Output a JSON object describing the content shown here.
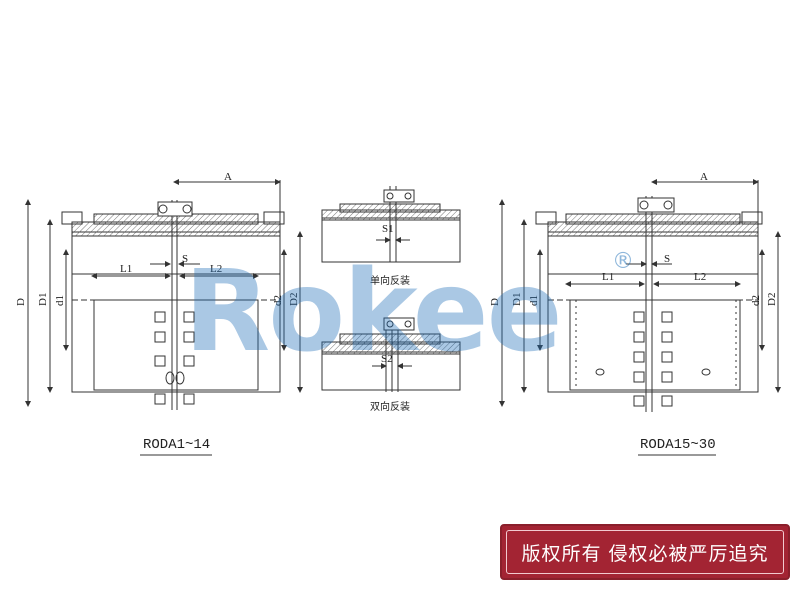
{
  "left_drawing": {
    "model_label": "RODA1~14",
    "dims": {
      "A": "A",
      "S": "S",
      "L1": "L1",
      "L2": "L2",
      "D": "D",
      "D1": "D1",
      "d1": "d1",
      "d2": "d2",
      "D2": "D2"
    }
  },
  "middle_drawing": {
    "top_dim": "S1",
    "top_caption": "单向反装",
    "bottom_dim": "S2",
    "bottom_caption": "双向反装"
  },
  "right_drawing": {
    "model_label": "RODA15~30",
    "dims": {
      "A": "A",
      "S": "S",
      "L1": "L1",
      "L2": "L2",
      "D": "D",
      "D1": "D1",
      "d1": "d1",
      "d2": "d2",
      "D2": "D2"
    }
  },
  "watermark": {
    "text": "Rokee",
    "registered": "®"
  },
  "copyright_badge": {
    "text": "版权所有 侵权必被严厉追究"
  },
  "colors": {
    "line": "#333333",
    "watermark": "#1f6fb8",
    "badge": "#a32433"
  }
}
